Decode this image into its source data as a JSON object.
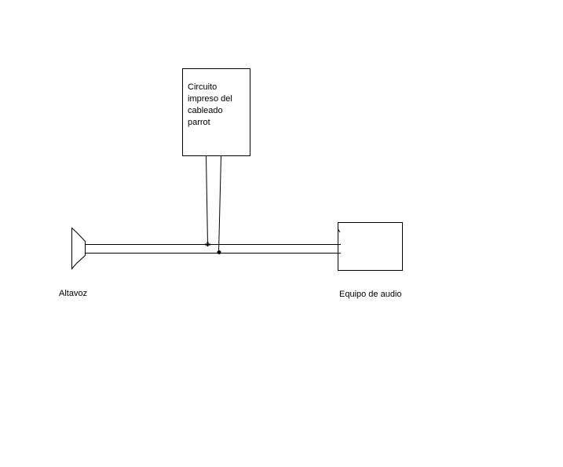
{
  "diagram": {
    "pcb_box": {
      "lines": [
        "Circuito",
        "impreso del",
        "cableado",
        "parrot"
      ]
    },
    "speaker": {
      "label": "Altavoz"
    },
    "audio_equipment": {
      "label": "Equipo de audio"
    },
    "colors": {
      "line": "#000000",
      "background": "#ffffff"
    }
  }
}
